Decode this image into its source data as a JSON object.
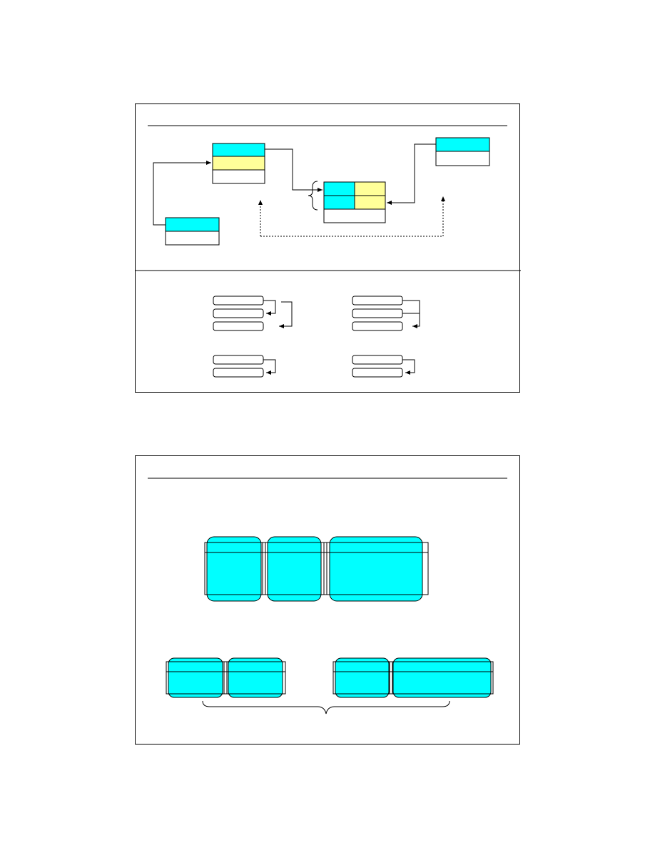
{
  "colors": {
    "cyan": "#00ffff",
    "yellow": "#ffff99",
    "line": "#000000",
    "white": "#ffffff"
  },
  "slides": [
    {
      "id": "slide1",
      "sections": [
        "relation-diagram",
        "arrow-patterns"
      ]
    },
    {
      "id": "slide2",
      "sections": [
        "group-frames",
        "grouped-frames-with-brace"
      ]
    }
  ]
}
